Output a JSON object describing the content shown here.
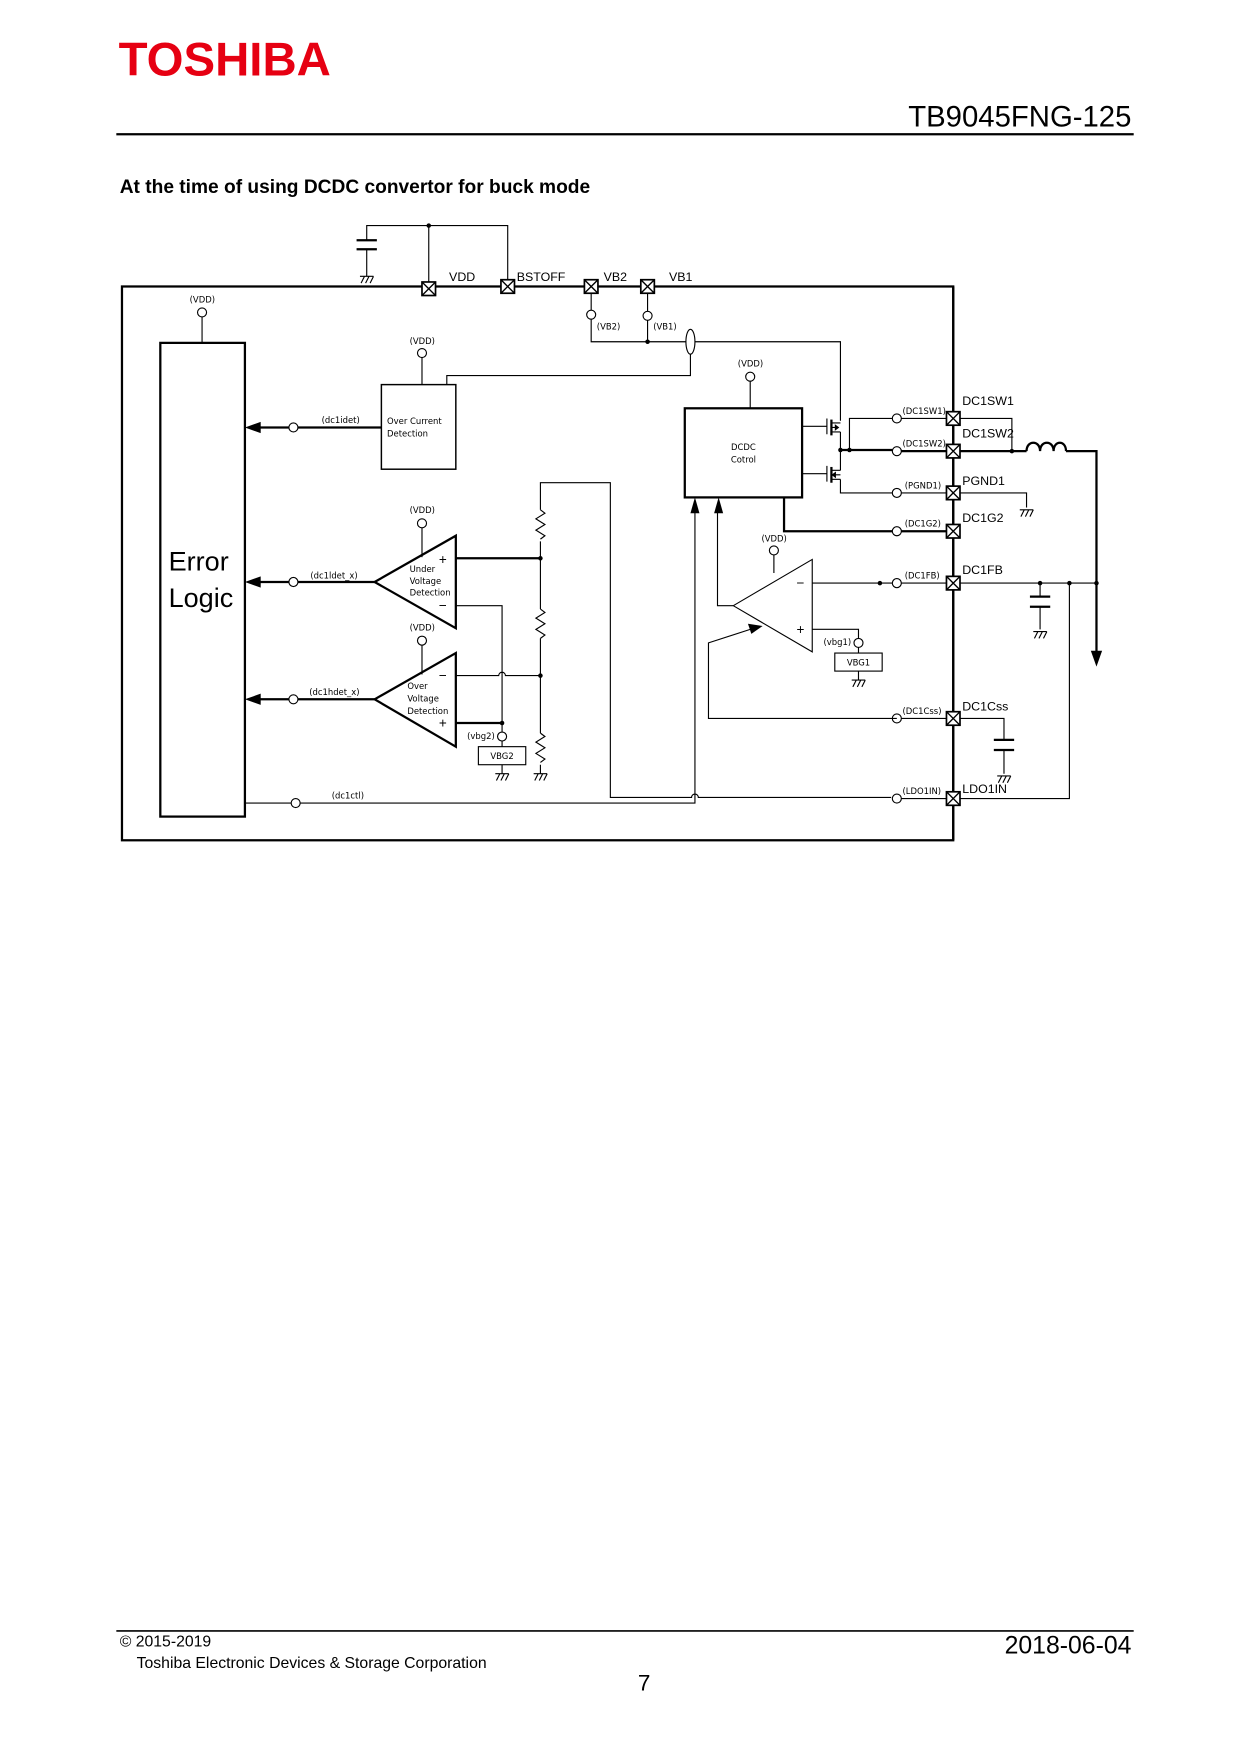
{
  "header": {
    "logo": "TOSHIBA",
    "part_number": "TB9045FNG-125",
    "logo_color": "#e60012"
  },
  "section_title": "At the time of using DCDC convertor for buck mode",
  "diagram": {
    "top_pins": [
      "VDD",
      "BSTOFF",
      "VB2",
      "VB1"
    ],
    "right_pins": [
      "DC1SW1",
      "DC1SW2",
      "PGND1",
      "DC1G2",
      "DC1FB",
      "DC1Css",
      "LDO1IN"
    ],
    "internal_nodes": {
      "vdd": "(VDD)",
      "vb2": "(VB2)",
      "vb1": "(VB1)",
      "dc1idet": "(dc1idet)",
      "dc1ldet_x": "(dc1ldet_x)",
      "dc1hdet_x": "(dc1hdet_x)",
      "dc1ctl": "(dc1ctl)",
      "vbg1": "(vbg1)",
      "vbg2": "(vbg2)",
      "dc1sw1": "(DC1SW1)",
      "dc1sw2": "(DC1SW2)",
      "pgnd1": "(PGND1)",
      "dc1g2": "(DC1G2)",
      "dc1fb": "(DC1FB)",
      "dc1css": "(DC1Css)",
      "ldo1in": "(LDO1IN)"
    },
    "blocks": {
      "error_logic": [
        "Error",
        "Logic"
      ],
      "over_current": [
        "Over Current",
        "Detection"
      ],
      "under_voltage": [
        "Under",
        "Voltage",
        "Detection"
      ],
      "over_voltage": [
        "Over",
        "Voltage",
        "Detection"
      ],
      "dcdc": [
        "DCDC",
        "Cotrol"
      ],
      "vbg1": "VBG1",
      "vbg2": "VBG2"
    },
    "signs": {
      "plus": "+",
      "minus": "−"
    }
  },
  "footer": {
    "copyright": "© 2015-2019",
    "company": "Toshiba Electronic Devices & Storage Corporation",
    "page": "7",
    "date": "2018-06-04"
  }
}
